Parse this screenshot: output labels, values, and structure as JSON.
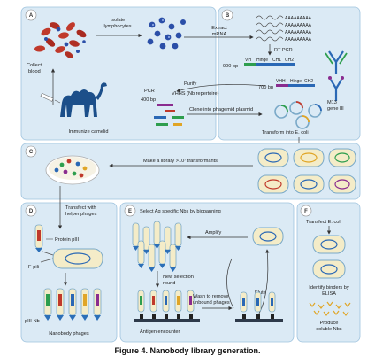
{
  "panels": {
    "a": {
      "label": "A",
      "isolate": "Isolate",
      "lymphocytes": "lymphocytes",
      "collect": "Collect",
      "blood": "blood",
      "immunize": "Immunize camelid"
    },
    "b": {
      "label": "B",
      "extract": "Extract",
      "mrna": "mRNA",
      "poly_a": "AAAAAAAAA",
      "rt_pcr": "RT-PCR",
      "bp900": "900 bp",
      "bp700": "700 bp",
      "bp400": "400 bp",
      "vh": "VH",
      "vhh": "VHH",
      "hinge": "Hinge",
      "ch1": "CH1",
      "ch2": "CH2",
      "purify": "Purify",
      "pcr": "PCR",
      "vhh_s": "VHHS (Nb repertoire)",
      "clone": "Clone into phagemid plasmid",
      "m13": "M13",
      "gene3": "gene III",
      "transform": "Transform into E. coli"
    },
    "c": {
      "label": "C",
      "library": "Make a library >10⁷ transformants"
    },
    "d": {
      "label": "D",
      "transfect1": "Transfect with",
      "transfect2": "helper phages",
      "protein_pill": "Protein pIII",
      "f_pill": "F-pili",
      "piii_nb": "pIII-Nb",
      "nanobody_phages": "Nanobody phages"
    },
    "e": {
      "label": "E",
      "select": "Select Ag specific Nbs by biopanning",
      "amplify": "Amplify",
      "new_sel1": "New selection",
      "new_sel2": "round",
      "elute": "Elute",
      "wash1": "Wash to remove",
      "wash2": "unbound phages",
      "antigen": "Antigen encounter"
    },
    "f": {
      "label": "F",
      "transfect_ecoli": "Transfect E. coli",
      "identify1": "Identify binders by",
      "identify2": "ELISA",
      "produce1": "Produce",
      "produce2": "soluble Nbs"
    }
  },
  "caption": "Figure 4. Nanobody library generation.",
  "colors": {
    "panel_bg": "#dbeaf5",
    "panel_border": "#9ec3de",
    "lymphocyte": "#2b4fa8",
    "rbc": "#c0392b",
    "camel": "#1c4f8a",
    "cell_fill": "#f4ecc8",
    "cell_border": "#7aa9c8",
    "phage_arrow": "#2c6fb7"
  },
  "icons": [
    "red-blood-cell-icon",
    "lymphocyte-icon",
    "camel-icon",
    "syringe-icon",
    "antibody-icon",
    "plasmid-icon",
    "bacteria-icon",
    "petri-dish-icon",
    "phage-icon",
    "antigen-icon",
    "elisa-plate-icon"
  ]
}
